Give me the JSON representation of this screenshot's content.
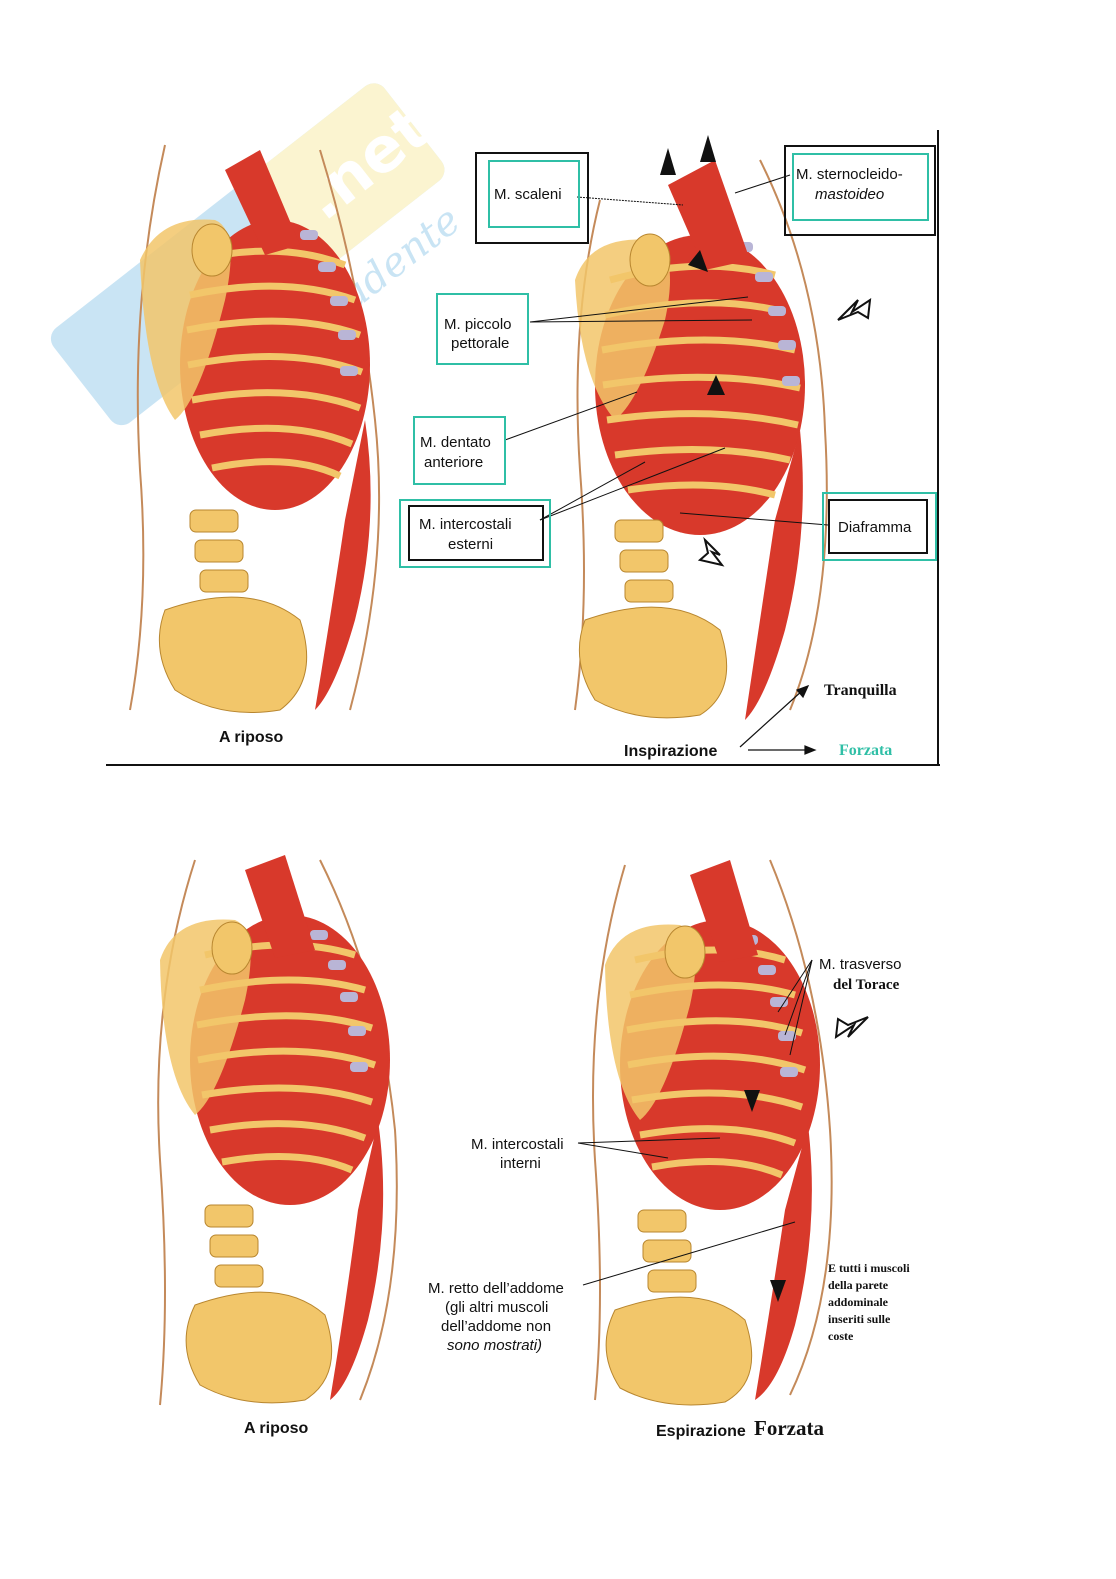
{
  "top_panel": {
    "caption_rest": "A riposo",
    "caption_inspiration": "Inspirazione",
    "branch_quiet": "Tranquilla",
    "branch_forced": "Forzata",
    "labels": {
      "scaleni": "M. scaleni",
      "sterno_line1": "M. sternocleido-",
      "sterno_line2": "mastoideo",
      "piccolo_line1": "M. piccolo",
      "piccolo_line2": "pettorale",
      "dentato_line1": "M. dentato",
      "dentato_line2": "anteriore",
      "intercostali_line1": "M. intercostali",
      "intercostali_line2": "esterni",
      "diaframma": "Diaframma"
    }
  },
  "bottom_panel": {
    "caption_rest": "A riposo",
    "caption_expiration": "Espirazione",
    "caption_forced": "Forzata",
    "labels": {
      "trasverso_line1": "M. trasverso",
      "trasverso_line2": "del Torace",
      "interni_line1": "M. intercostali",
      "interni_line2": "interni",
      "retto_line1": "M. retto dell’addome",
      "retto_line2": "(gli altri muscoli",
      "retto_line3": "dell’addome non",
      "retto_line4": "sono mostrati)",
      "note_line1": "E tutti i muscoli",
      "note_line2": "della parete",
      "note_line3": "addominale",
      "note_line4": "inseriti sulle",
      "note_line5": "coste"
    }
  },
  "watermark": {
    "text_main": ".net",
    "text_sub": "studente"
  },
  "colors": {
    "teal": "#2fbfa6",
    "muscle": "#d8392b",
    "bone": "#f2c66a",
    "cartilage": "#b9b5d6",
    "watermark_blue": "#67b4e0",
    "watermark_yellow": "#f5e27a"
  }
}
